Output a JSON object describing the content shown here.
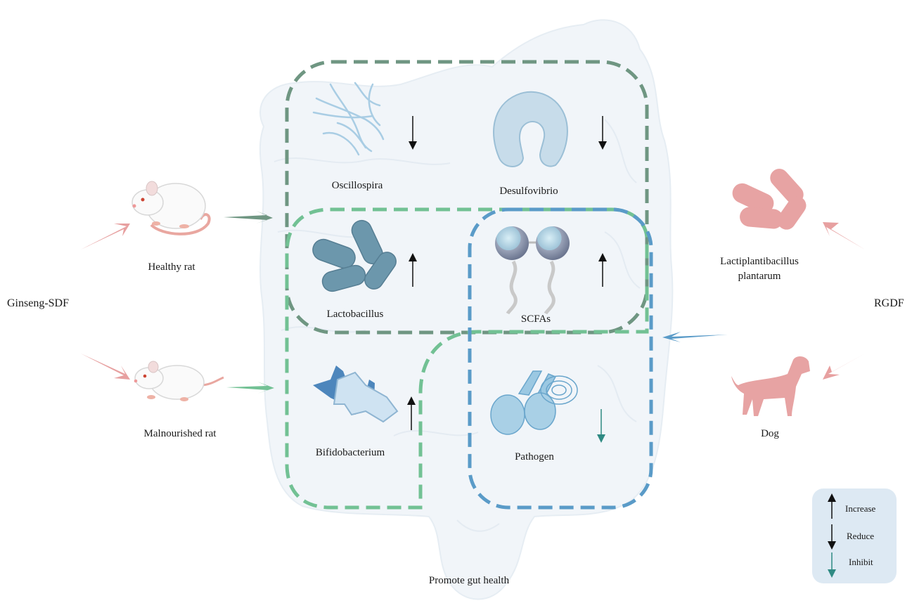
{
  "title": "Promote gut health",
  "left": {
    "source": "Ginseng-SDF",
    "subjects": [
      "Healthy rat",
      "Malnourished rat"
    ]
  },
  "right": {
    "source": "RGDF",
    "subjects": [
      "Lactiplantibacillus plantarum",
      "Dog"
    ]
  },
  "microbes": {
    "oscillospira": {
      "label": "Oscillospira",
      "effect": "Reduce"
    },
    "desulfovibrio": {
      "label": "Desulfovibrio",
      "effect": "Reduce"
    },
    "lactobacillus": {
      "label": "Lactobacillus",
      "effect": "Increase"
    },
    "scfas": {
      "label": "SCFAs",
      "effect": "Increase"
    },
    "bifidobacterium": {
      "label": "Bifidobacterium",
      "effect": "Increase"
    },
    "pathogen": {
      "label": "Pathogen",
      "effect": "Inhibit"
    }
  },
  "legend": {
    "increase": "Increase",
    "reduce": "Reduce",
    "inhibit": "Inhibit"
  },
  "colors": {
    "gray_green_box": "#6f9682",
    "green_box": "#72c194",
    "blue_box": "#5a9bc8",
    "rat_arrow": "#e7a0a0",
    "dog_bacteria": "#e7a3a3",
    "intestine": "#eef3f8",
    "black_arrow": "#111111",
    "teal_arrow": "#2f8a83"
  }
}
